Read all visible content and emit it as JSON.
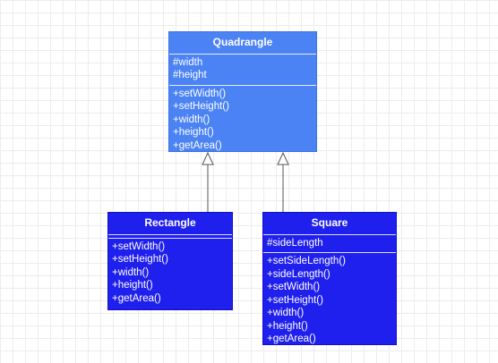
{
  "classes": {
    "quadrangle": {
      "name": "Quadrangle",
      "attributes": [
        "#width",
        "#height"
      ],
      "methods": [
        "+setWidth()",
        "+setHeight()",
        "+width()",
        "+height()",
        "+getArea()"
      ]
    },
    "rectangle": {
      "name": "Rectangle",
      "attributes": [],
      "methods": [
        "+setWidth()",
        "+setHeight()",
        "+width()",
        "+height()",
        "+getArea()"
      ]
    },
    "square": {
      "name": "Square",
      "attributes": [
        "#sideLength"
      ],
      "methods": [
        "+setSideLength()",
        "+sideLength()",
        "+setWidth()",
        "+setHeight()",
        "+width()",
        "+height()",
        "+getArea()"
      ]
    }
  },
  "relations": [
    {
      "type": "inheritance",
      "from": "rectangle",
      "to": "quadrangle"
    },
    {
      "type": "inheritance",
      "from": "square",
      "to": "quadrangle"
    }
  ],
  "colors": {
    "parent_fill": "#4b83f4",
    "child_fill": "#2020ee",
    "connector": "#555555",
    "text": "#ffffff"
  }
}
